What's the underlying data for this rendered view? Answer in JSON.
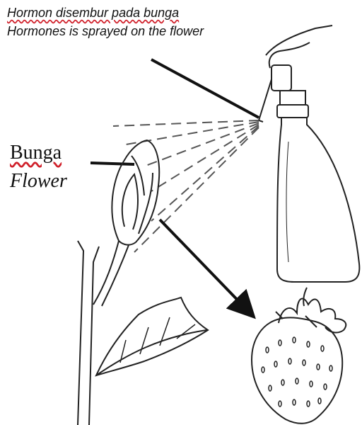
{
  "labels": {
    "hormone_ms": "Hormon disembur pada bunga",
    "hormone_en": "Hormones  is sprayed on the flower",
    "flower_ms": "Bunga",
    "flower_en": "Flower"
  },
  "colors": {
    "ink": "#111111",
    "spell_underline": "#d0202a"
  }
}
